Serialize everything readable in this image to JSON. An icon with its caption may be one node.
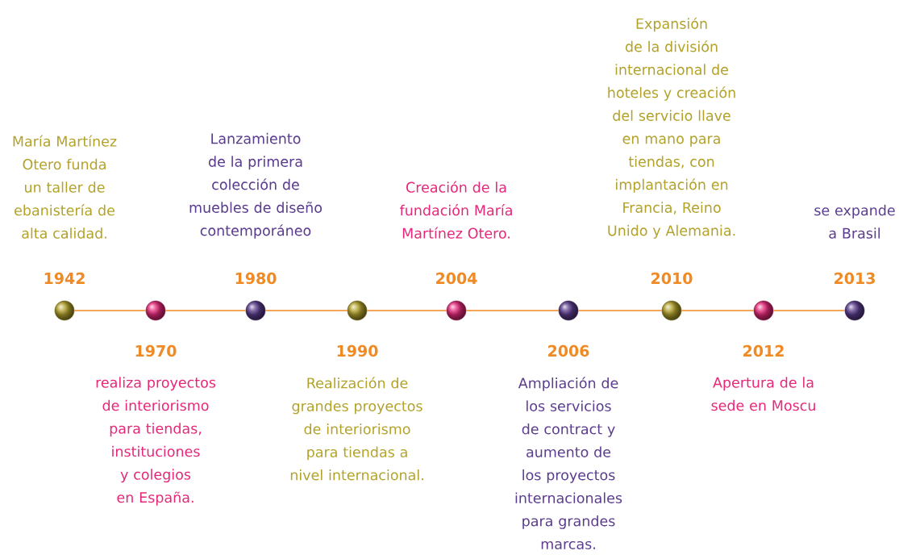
{
  "diagram": {
    "nodes": [
      {
        "text": [],
        "shape": "circle",
        "beside": [
          "1942",
          "María Martínez Otero funda un taller de ebanistería de alta calidad."
        ]
      },
      {
        "text": [],
        "shape": "circle",
        "beside": [
          "1970",
          "realiza proyectos de interiorismo para tiendas, instituciones y colegios en España."
        ]
      },
      {
        "text": [],
        "shape": "circle",
        "beside": [
          "1980",
          "Lanzamiento de la primera colección de muebles de diseño contemporáneo"
        ]
      },
      {
        "text": [],
        "shape": "circle",
        "beside": [
          "1990",
          "Realización de grandes proyectos de interiorismo para tiendas a nivel internacional."
        ]
      },
      {
        "text": [],
        "shape": "circle",
        "beside": [
          "2004",
          "Creación de la fundación María Martínez Otero."
        ]
      },
      {
        "text": [],
        "shape": "circle",
        "beside": [
          "2006",
          "Ampliación de los servicios de contract y aumento de los proyectos internacionales para grandes marcas."
        ]
      },
      {
        "text": [],
        "shape": "circle",
        "beside": [
          "2010",
          "Expansión de la división internacional de hoteles y creación del servicio llave en mano para tiendas, con implantación en Francia, Reino Unido y Alemania."
        ]
      },
      {
        "text": [],
        "shape": "circle",
        "beside": [
          "2012",
          "Apertura de la sede en Moscu"
        ]
      },
      {
        "text": [],
        "shape": "circle",
        "beside": [
          "2013",
          "se expande a Brasil"
        ]
      }
    ],
    "edges": [
      {
        "from": 0,
        "to": 1,
        "arrow": "none"
      },
      {
        "from": 1,
        "to": 2,
        "arrow": "none"
      },
      {
        "from": 2,
        "to": 3,
        "arrow": "none"
      },
      {
        "from": 3,
        "to": 4,
        "arrow": "none"
      },
      {
        "from": 4,
        "to": 5,
        "arrow": "none"
      },
      {
        "from": 5,
        "to": 6,
        "arrow": "none"
      },
      {
        "from": 6,
        "to": 7,
        "arrow": "none"
      },
      {
        "from": 7,
        "to": 8,
        "arrow": "none"
      }
    ]
  }
}
